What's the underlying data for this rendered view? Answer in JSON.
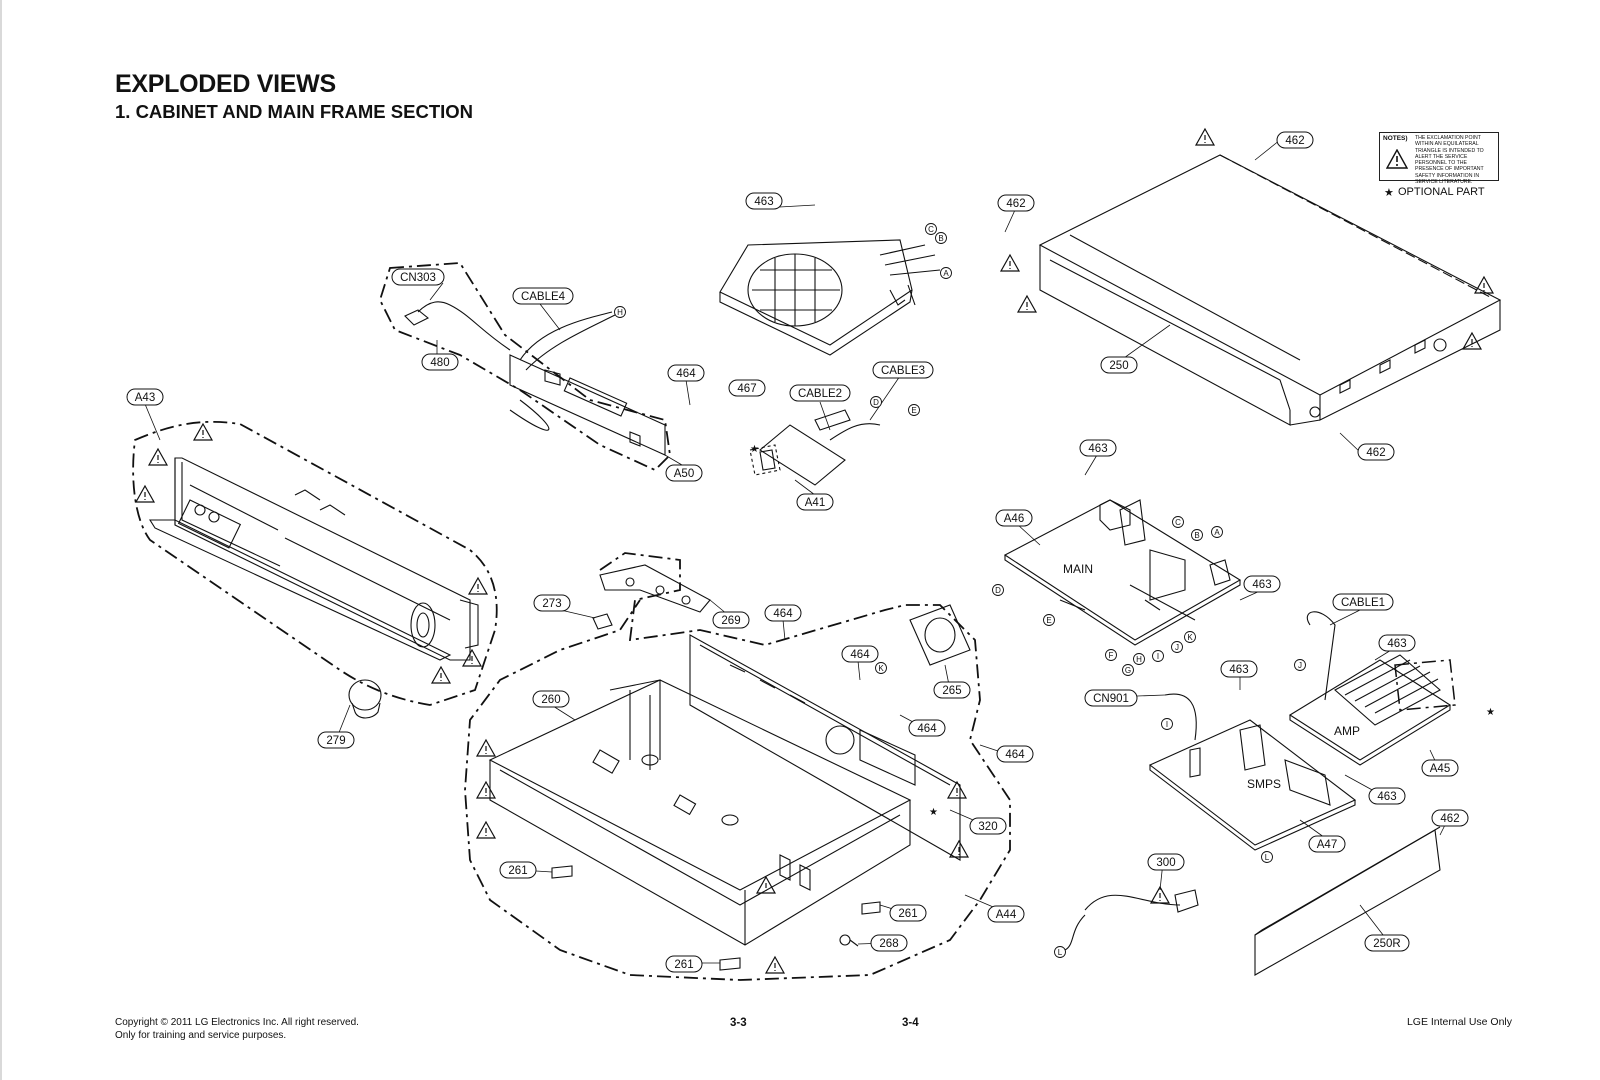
{
  "document": {
    "title": "EXPLODED VIEWS",
    "subtitle": "1. CABINET AND MAIN FRAME SECTION"
  },
  "notes": {
    "label": "NOTES)",
    "text": "THE EXCLAMATION POINT WITHIN AN EQUILATERAL TRIANGLE IS INTENDED TO ALERT THE SERVICE PERSONNEL TO THE PRESENCE OF IMPORTANT SAFETY INFORMATION IN SERVICE LITERATURE.",
    "icon": "warning-triangle-icon",
    "optional_symbol": "★",
    "optional_label": "OPTIONAL PART"
  },
  "footer": {
    "copyright_line1": "Copyright © 2011 LG Electronics Inc. All right reserved.",
    "copyright_line2": "Only for training and service purposes.",
    "page_left": "3-3",
    "page_right": "3-4",
    "internal": "LGE Internal Use Only"
  },
  "part_callouts": [
    "CN303",
    "CABLE4",
    "480",
    "464",
    "A50",
    "463",
    "A43",
    "467",
    "CABLE2",
    "CABLE3",
    "A41",
    "462",
    "250",
    "462",
    "462",
    "463",
    "A46",
    "463",
    "CABLE1",
    "273",
    "269",
    "464",
    "464",
    "265",
    "260",
    "464",
    "464",
    "320",
    "279",
    "261",
    "261",
    "268",
    "261",
    "A44",
    "CN901",
    "463",
    "463",
    "A45",
    "463",
    "A47",
    "462",
    "300",
    "250R"
  ],
  "board_labels": [
    "MAIN",
    "AMP",
    "SMPS"
  ],
  "connector_letters": [
    "A",
    "B",
    "C",
    "D",
    "E",
    "F",
    "G",
    "H",
    "I",
    "J",
    "K",
    "L"
  ],
  "colors": {
    "line": "#111111",
    "background": "#ffffff"
  }
}
